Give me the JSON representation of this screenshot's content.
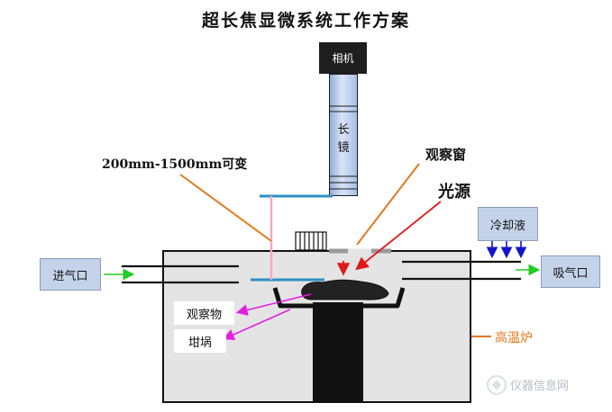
{
  "title": "超长焦显微系统工作方案",
  "camera": {
    "label": "相机"
  },
  "lens": {
    "label": "长\n镜"
  },
  "labels": {
    "distance": "200mm-1500mm可变",
    "window": "观察窗",
    "light": "光源",
    "coolant": "冷却液",
    "inlet": "进气口",
    "outlet": "吸气口",
    "sample": "观察物",
    "crucible": "坩埚",
    "furnace": "高温炉"
  },
  "watermark": {
    "text": "仪器信息网"
  },
  "colors": {
    "orange": "#e07a1f",
    "red": "#e01818",
    "magenta": "#e020e0",
    "green": "#22cc22",
    "blue": "#1414cc",
    "pink": "#f4a9c3",
    "cyan": "#2d8fc4"
  }
}
